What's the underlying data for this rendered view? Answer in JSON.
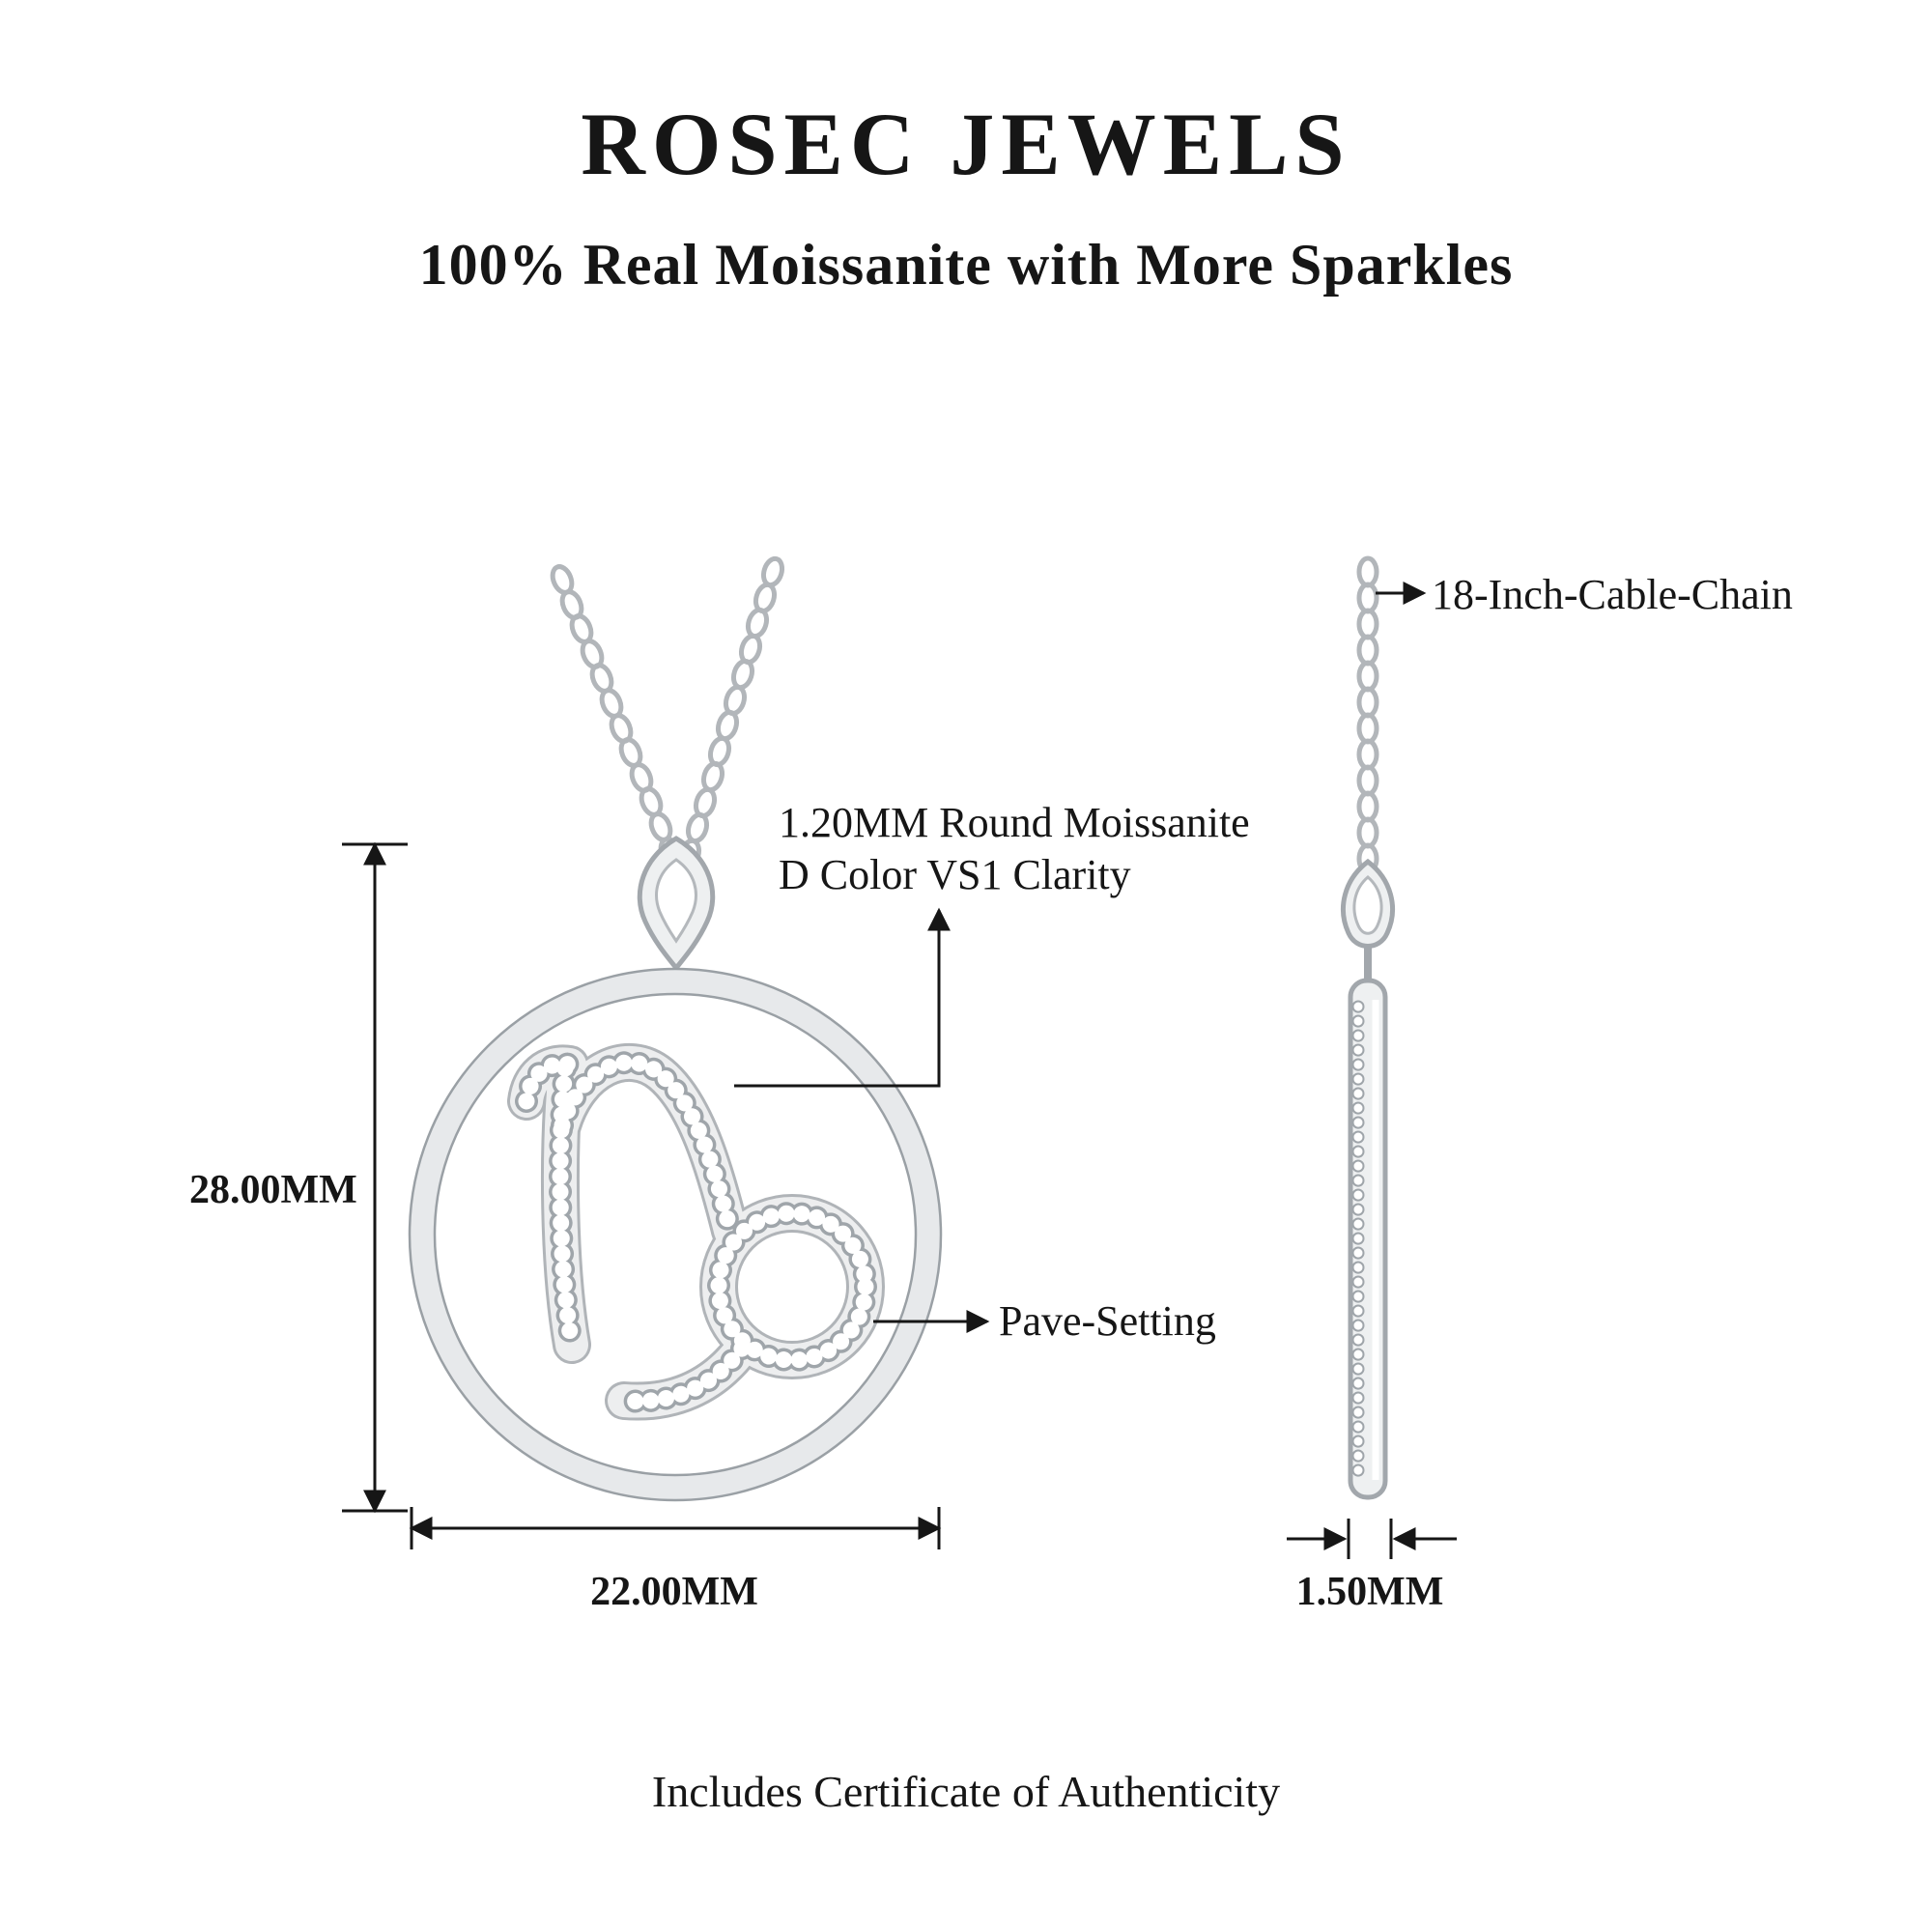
{
  "header": {
    "brand": "ROSEC JEWELS",
    "tagline": "100% Real Moissanite with More Sparkles"
  },
  "callouts": {
    "stone_spec_line1": "1.20MM Round Moissanite",
    "stone_spec_line2": "D Color VS1 Clarity",
    "pave_setting": "Pave-Setting",
    "cable_chain": "18-Inch-Cable-Chain"
  },
  "dimensions": {
    "pendant_height": "28.00MM",
    "pendant_width": "22.00MM",
    "pendant_thickness": "1.50MM"
  },
  "footer": {
    "certificate_note": "Includes Certificate of Authenticity"
  },
  "colors": {
    "text": "#161616",
    "metal_light": "#eef0f1",
    "metal_mid": "#b2b6ba",
    "metal_outline": "#9aa0a5",
    "background": "#ffffff"
  }
}
